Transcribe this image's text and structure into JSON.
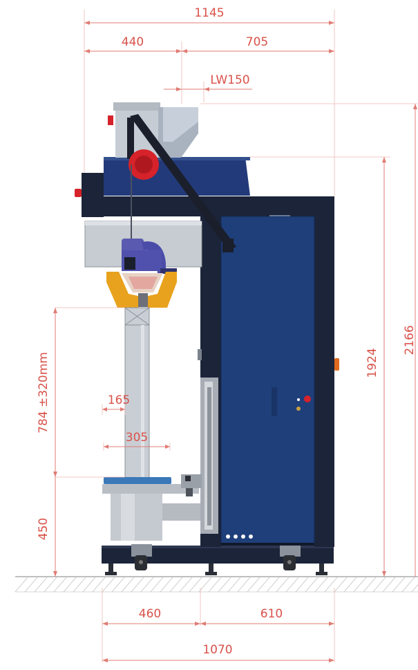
{
  "colors": {
    "dimension": "#d8524a",
    "frame": "#1b2438",
    "door_panel": "#1f3f7a",
    "hopper_cover": "#233a7a",
    "yellow_clamp": "#e8a21e",
    "red_accent": "#d6222a",
    "steel": "#c6ccd2",
    "belt_blue": "#3a78b8",
    "ground_hatch": "#b8b8b8"
  },
  "dimensions": {
    "top_total": "1145",
    "top_left": "440",
    "top_right": "705",
    "inlet": "LW150",
    "height_total": "2166",
    "height_frame": "1924",
    "fill_height": "784 ±320mm",
    "bottom_height": "450",
    "spout_width": "165",
    "clamp_width": "305",
    "base_left": "460",
    "base_right": "610",
    "base_total": "1070"
  }
}
